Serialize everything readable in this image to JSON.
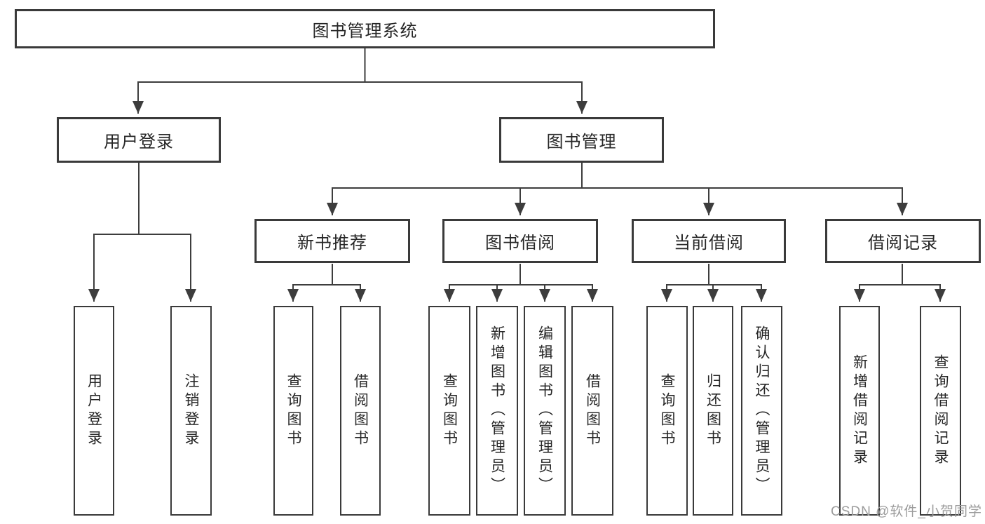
{
  "diagram_type": "hierarchy-tree",
  "tree": {
    "label": "图书管理系统",
    "children": [
      {
        "label": "用户登录",
        "children": [
          {
            "label": "用户登录"
          },
          {
            "label": "注销登录"
          }
        ]
      },
      {
        "label": "图书管理",
        "children": [
          {
            "label": "新书推荐",
            "children": [
              {
                "label": "查询图书"
              },
              {
                "label": "借阅图书"
              }
            ]
          },
          {
            "label": "图书借阅",
            "children": [
              {
                "label": "查询图书"
              },
              {
                "label": "新增图书（管理员）"
              },
              {
                "label": "编辑图书（管理员）"
              },
              {
                "label": "借阅图书"
              }
            ]
          },
          {
            "label": "当前借阅",
            "children": [
              {
                "label": "查询图书"
              },
              {
                "label": "归还图书"
              },
              {
                "label": "确认归还（管理员）"
              }
            ]
          },
          {
            "label": "借阅记录",
            "children": [
              {
                "label": "新增借阅记录"
              },
              {
                "label": "查询借阅记录"
              }
            ]
          }
        ]
      }
    ]
  },
  "watermark": {
    "text": "CSDN @软件_小贺同学",
    "color": "#9c9c9c"
  },
  "colors": {
    "background": "#ffffff",
    "line": "#3d3d3d",
    "box_border": "#3a3a3a",
    "text": "#262626"
  }
}
